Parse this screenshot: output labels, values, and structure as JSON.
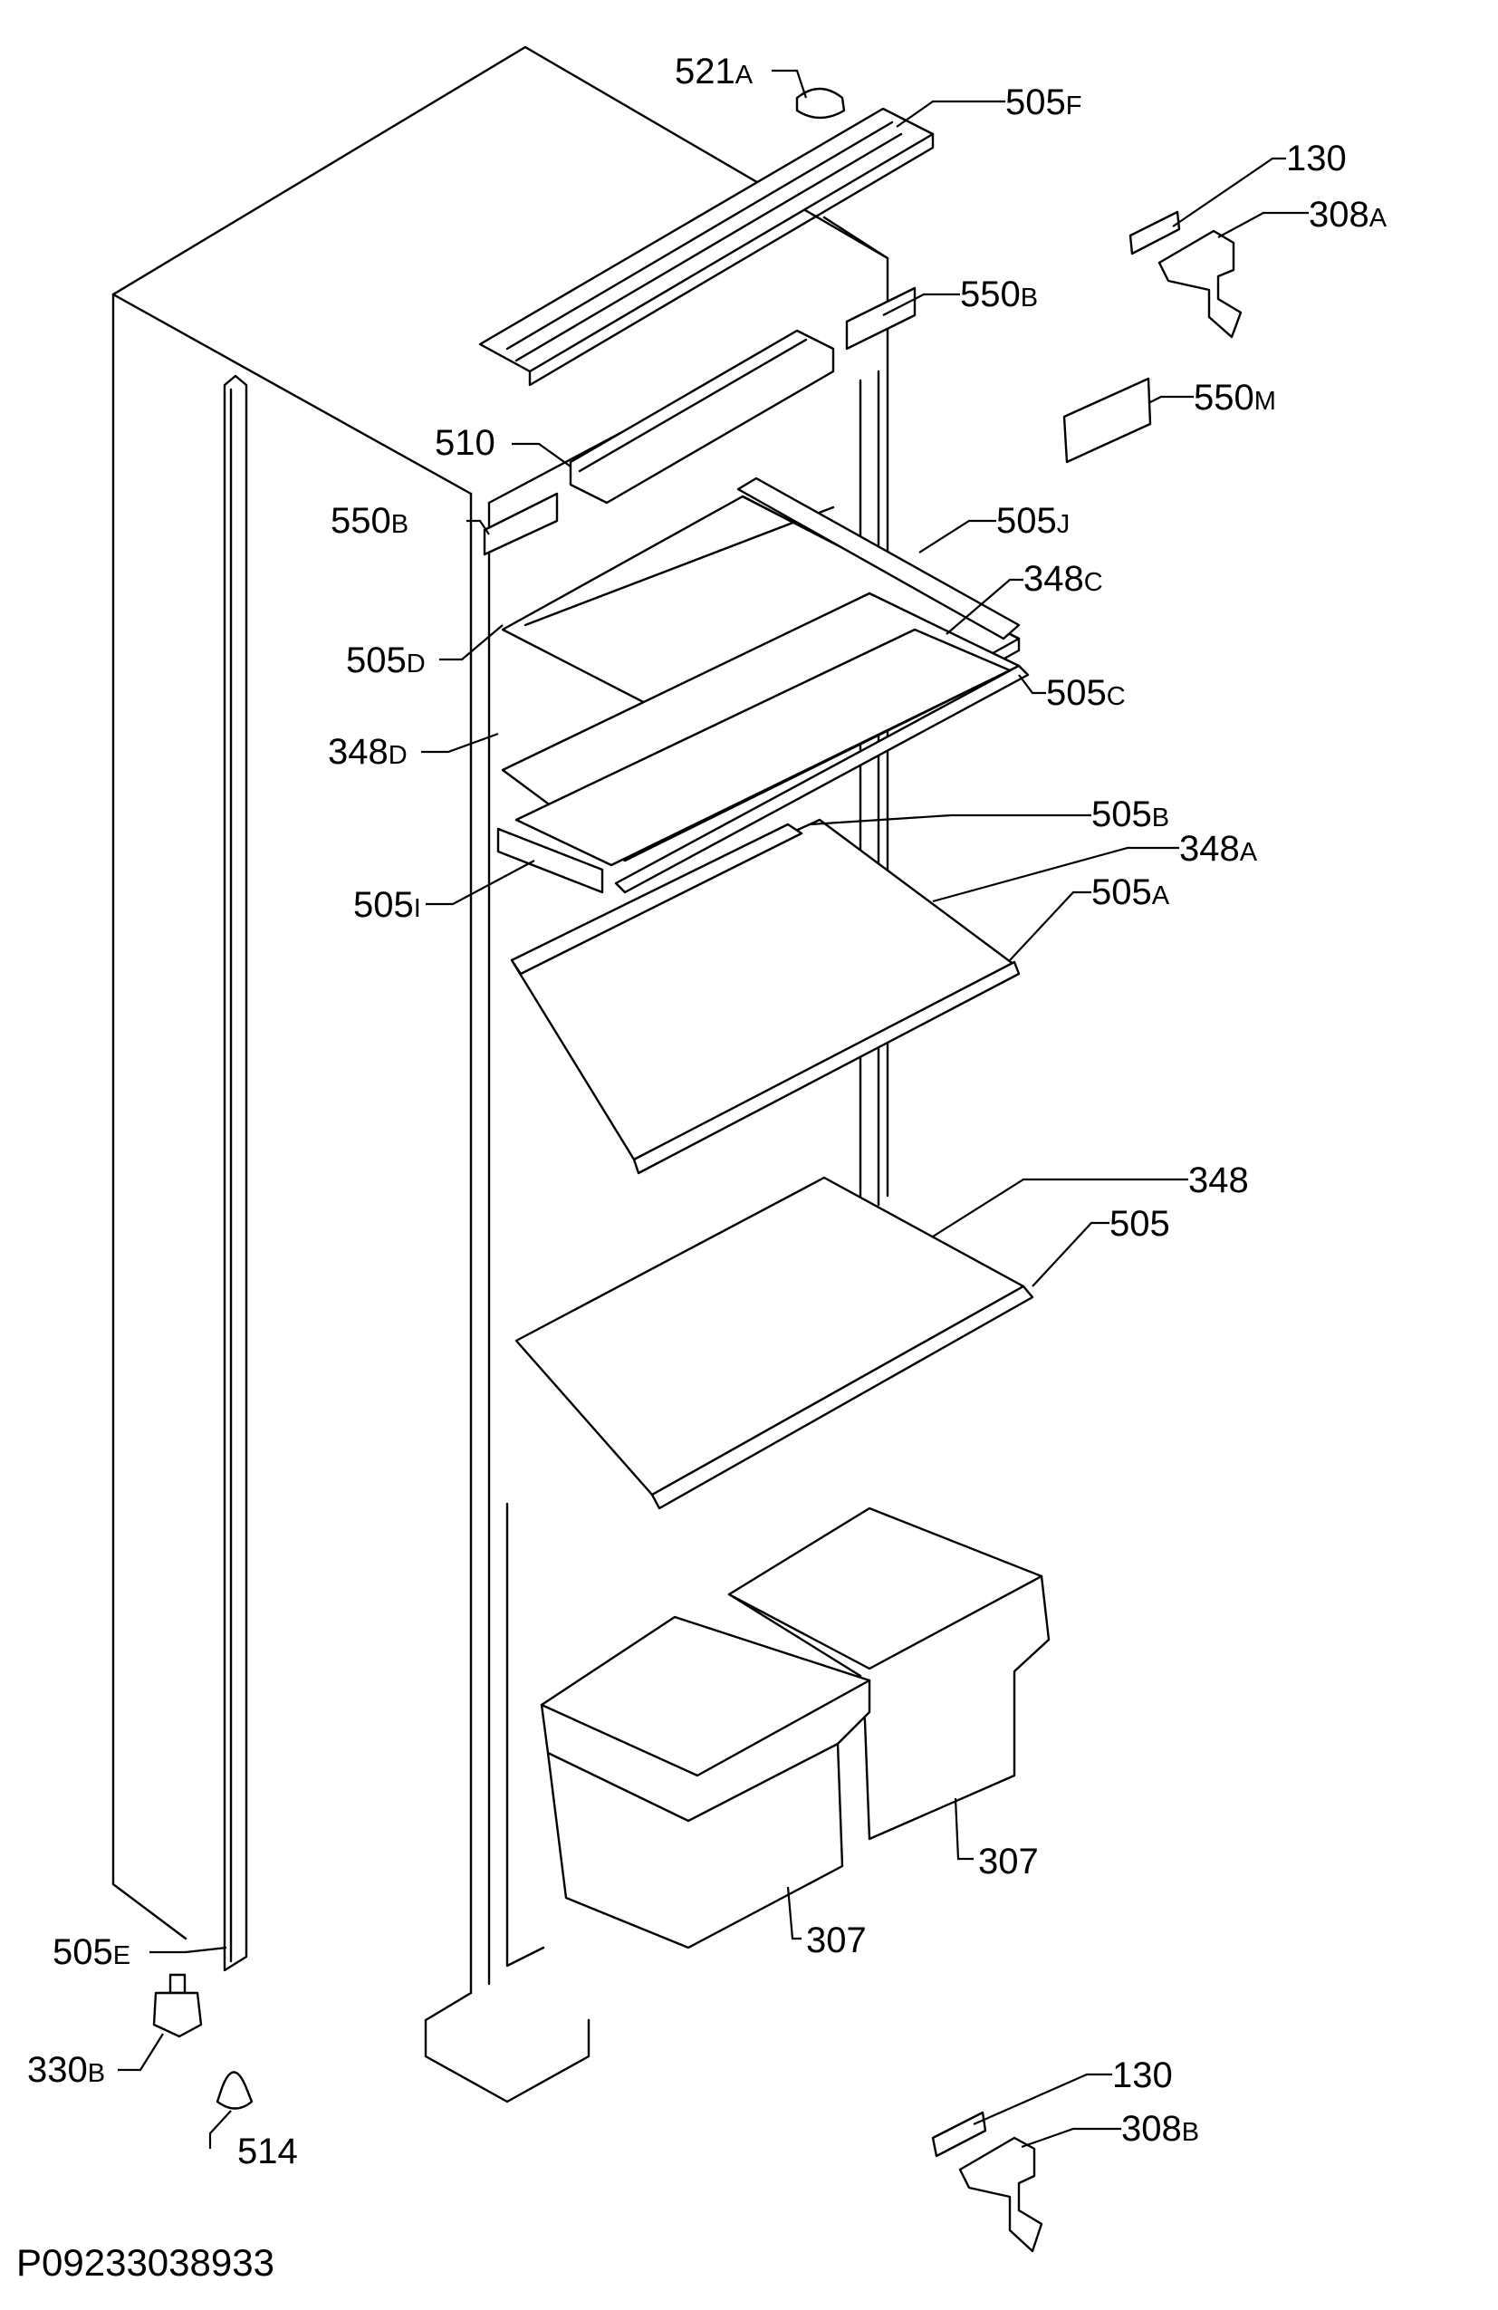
{
  "drawing_code": "P09233038933",
  "labels": [
    {
      "id": "521",
      "suffix": "A"
    },
    {
      "id": "505",
      "suffix": "F"
    },
    {
      "id": "130",
      "suffix": ""
    },
    {
      "id": "308",
      "suffix": "A"
    },
    {
      "id": "550",
      "suffix": "B"
    },
    {
      "id": "550",
      "suffix": "M"
    },
    {
      "id": "510",
      "suffix": ""
    },
    {
      "id": "550",
      "suffix": "B"
    },
    {
      "id": "505",
      "suffix": "J"
    },
    {
      "id": "348",
      "suffix": "C"
    },
    {
      "id": "505",
      "suffix": "D"
    },
    {
      "id": "505",
      "suffix": "C"
    },
    {
      "id": "348",
      "suffix": "D"
    },
    {
      "id": "505",
      "suffix": "B"
    },
    {
      "id": "348",
      "suffix": "A"
    },
    {
      "id": "505",
      "suffix": "I"
    },
    {
      "id": "505",
      "suffix": "A"
    },
    {
      "id": "348",
      "suffix": ""
    },
    {
      "id": "505",
      "suffix": ""
    },
    {
      "id": "307",
      "suffix": ""
    },
    {
      "id": "307",
      "suffix": ""
    },
    {
      "id": "505",
      "suffix": "E"
    },
    {
      "id": "330",
      "suffix": "B"
    },
    {
      "id": "514",
      "suffix": ""
    },
    {
      "id": "130",
      "suffix": ""
    },
    {
      "id": "308",
      "suffix": "B"
    }
  ]
}
